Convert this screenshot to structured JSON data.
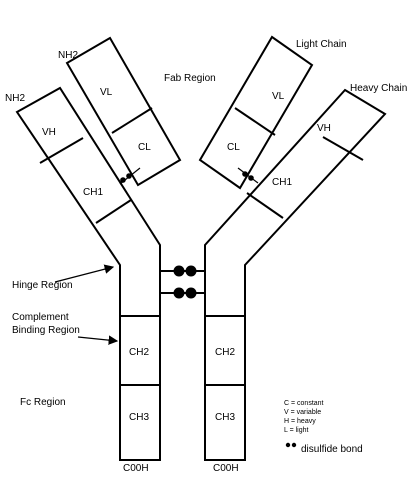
{
  "labels": {
    "nh2_left_outer": "NH2",
    "nh2_left_inner": "NH2",
    "fab_region": "Fab Region",
    "light_chain": "Light Chain",
    "heavy_chain": "Heavy Chain",
    "hinge_region": "Hinge Region",
    "complement_line1": "Complement",
    "complement_line2": "Binding Region",
    "fc_region": "Fc Region"
  },
  "domains": {
    "vh": "VH",
    "vl": "VL",
    "cl": "CL",
    "ch1": "CH1",
    "ch2": "CH2",
    "ch3": "CH3"
  },
  "termini": {
    "cooh": "C00H"
  },
  "legend": {
    "c": "C = constant",
    "v": "V = variable",
    "h": "H = heavy",
    "l": "L = light",
    "bond": "disulfide bond"
  }
}
